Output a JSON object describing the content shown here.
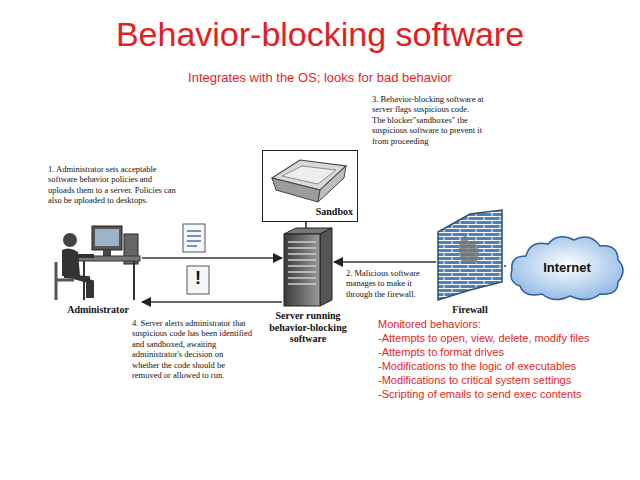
{
  "diagram": {
    "title": "Behavior-blocking software",
    "nodes": [
      {
        "text": [
          "Administrator"
        ]
      },
      {
        "text": [
          "Server running behavior-blocking software"
        ]
      },
      {
        "text": [
          "Sandbox"
        ]
      },
      {
        "text": [
          "Firewall"
        ]
      },
      {
        "text": [
          "Internet"
        ]
      }
    ],
    "edges": [
      {
        "from": 0,
        "to": 1,
        "arrow": "to"
      },
      {
        "from": 1,
        "to": 0,
        "arrow": "to"
      },
      {
        "from": 3,
        "to": 1,
        "arrow": "to"
      },
      {
        "from": 4,
        "to": 3,
        "arrow": "none"
      },
      {
        "from": 1,
        "to": 2,
        "arrow": "none"
      }
    ],
    "labels": [
      "Integrates with the OS; looks for bad behavior",
      "3. Behavior-blocking software at server flags suspicious code. The blocker\"sandboxes\" the suspicious software to prevent it from proceeding",
      "1. Administrator sets acceptable software behavior policies and uploads them to a server. Policies can also be uploaded to desktops.",
      "!",
      "2. Malicious software manages to make it through the firewall.",
      "4. Server alerts administrator that suspicious code has been identified and sandboxed, awaiting administrator's decision on whether the code should be removed or allowed to run.",
      "Monitored behaviors:",
      "-Attempts to open, view, delete, modify files",
      "-Attempts to format drives",
      "-Modifications to the logic of executables",
      "-Modifications to critical system settings",
      "-Scripting of emails to send exec contents"
    ]
  }
}
